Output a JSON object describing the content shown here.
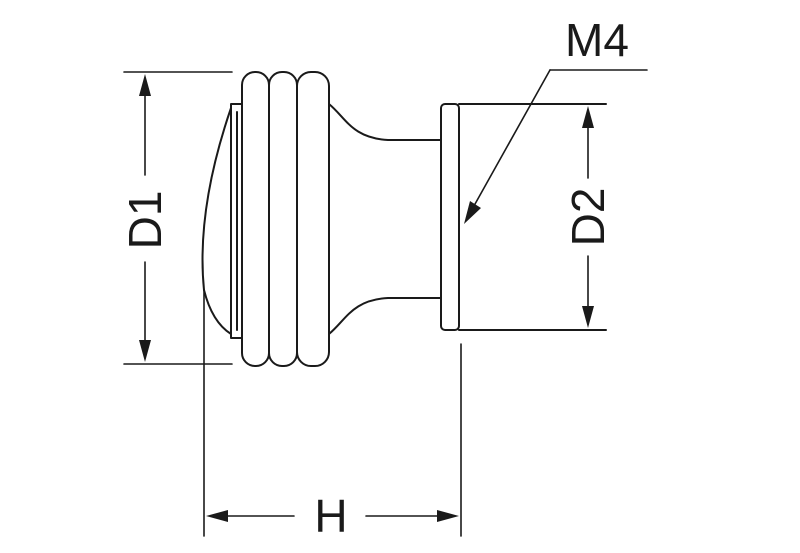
{
  "labels": {
    "d1": "D1",
    "d2": "D2",
    "m4": "M4",
    "h": "H"
  },
  "colors": {
    "ink": "#1a1a1a",
    "background": "#ffffff"
  }
}
